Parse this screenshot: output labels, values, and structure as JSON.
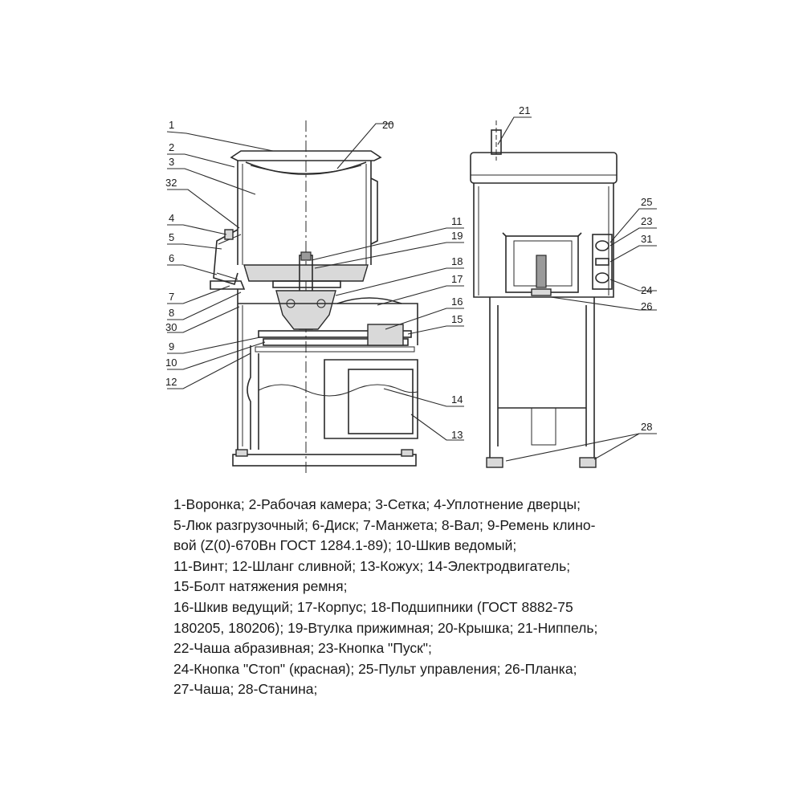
{
  "callouts": {
    "c1": "1",
    "c2": "2",
    "c3": "3",
    "c32": "32",
    "c4": "4",
    "c5": "5",
    "c6": "6",
    "c7": "7",
    "c8": "8",
    "c30": "30",
    "c9": "9",
    "c10": "10",
    "c12": "12",
    "c20": "20",
    "c11": "11",
    "c19": "19",
    "c18": "18",
    "c17": "17",
    "c16": "16",
    "c15": "15",
    "c14": "14",
    "c13": "13",
    "c21": "21",
    "c25": "25",
    "c23": "23",
    "c31": "31",
    "c24": "24",
    "c26": "26",
    "c28": "28"
  },
  "legend": [
    "1-Воронка; 2-Рабочая камера; 3-Сетка; 4-Уплотнение дверцы;",
    "5-Люк разгрузочный; 6-Диск; 7-Манжета; 8-Вал; 9-Ремень клино-",
    "вой (Z(0)-670Вн ГОСТ 1284.1-89); 10-Шкив ведомый;",
    "11-Винт; 12-Шланг сливной; 13-Кожух; 14-Электродвигатель;",
    "15-Болт натяжения ремня;",
    "16-Шкив ведущий; 17-Корпус; 18-Подшипники (ГОСТ 8882-75",
    "180205, 180206); 19-Втулка прижимная; 20-Крышка; 21-Ниппель;",
    "22-Чаша абразивная; 23-Кнопка \"Пуск\";",
    "24-Кнопка \"Стоп\" (красная); 25-Пульт управления; 26-Планка;",
    "27-Чаша; 28-Станина;"
  ]
}
